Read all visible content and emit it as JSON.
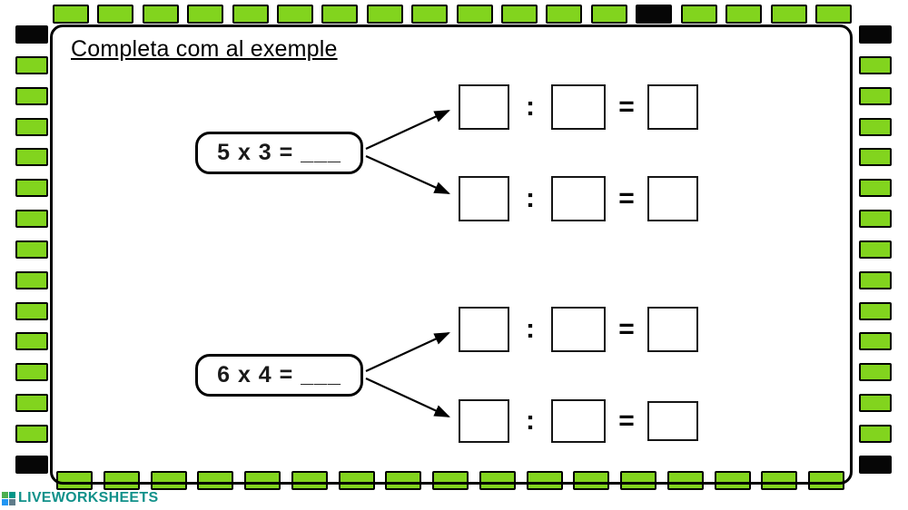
{
  "page": {
    "title": "Completa com al exemple"
  },
  "problems": [
    {
      "label": "5 x 3 = ___"
    },
    {
      "label": "6 x 4 = ___"
    }
  ],
  "symbols": {
    "division": ":",
    "equals": "="
  },
  "border": {
    "green": "#82d41e",
    "dark": "#060606",
    "top_count": 18,
    "bottom_count": 17,
    "left_count": 15,
    "right_count": 15,
    "top_dark_indices": [
      13
    ],
    "bottom_dark_indices": [],
    "left_dark_indices": [
      0,
      14
    ],
    "right_dark_indices": [
      0,
      14
    ]
  },
  "footer": {
    "logo_text": "LIVEWORKSHEETS",
    "logo_color": "#11918a",
    "icon_colors": [
      "#4caf50",
      "#009688",
      "#2196f3",
      "#607d8b"
    ]
  }
}
